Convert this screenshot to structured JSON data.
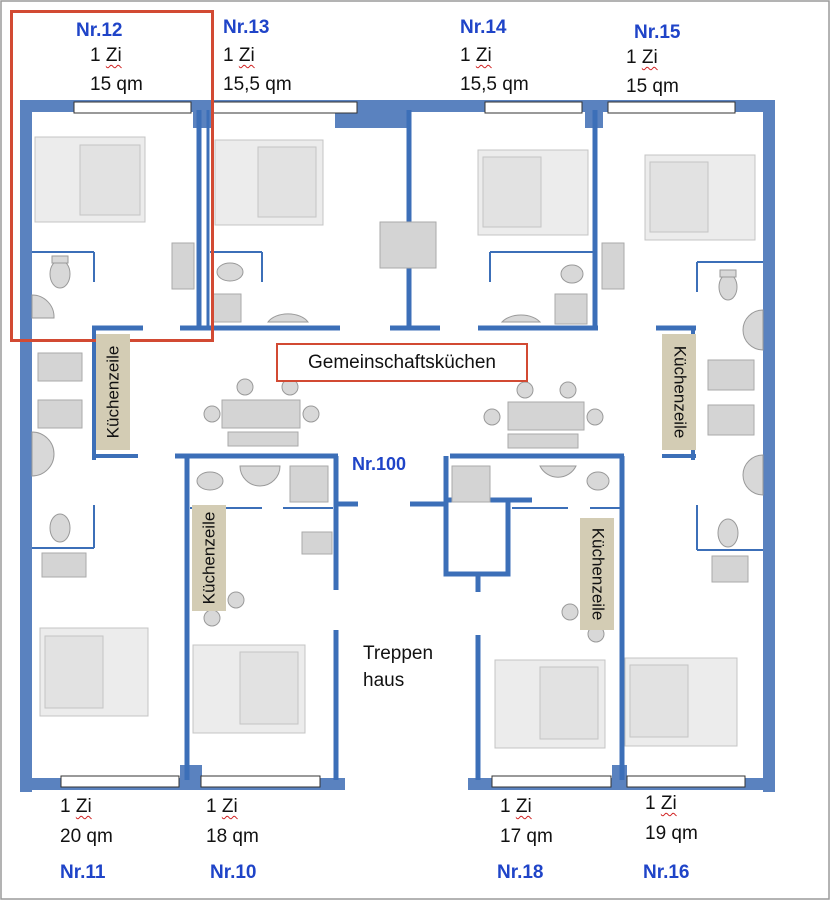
{
  "rooms": [
    {
      "nr": "Nr.12",
      "zi": "1 Zi",
      "size": "15 qm"
    },
    {
      "nr": "Nr.13",
      "zi": "1 Zi",
      "size": "15,5 qm"
    },
    {
      "nr": "Nr.14",
      "zi": "1 Zi",
      "size": "15,5 qm"
    },
    {
      "nr": "Nr.15",
      "zi": "1 Zi",
      "size": "15 qm"
    },
    {
      "nr": "Nr.11",
      "zi": "1 Zi",
      "size": "20 qm"
    },
    {
      "nr": "Nr.10",
      "zi": "1 Zi",
      "size": "18 qm"
    },
    {
      "nr": "Nr.18",
      "zi": "1 Zi",
      "size": "17 qm"
    },
    {
      "nr": "Nr.16",
      "zi": "1 Zi",
      "size": "19 qm"
    }
  ],
  "kitchenette_label": "Küchenzeile",
  "common_kitchen": "Gemeinschaftsküchen",
  "stairwell": {
    "nr": "Nr.100",
    "line1": "Treppen",
    "line2": "haus"
  },
  "colors": {
    "wall": "#5a82bf",
    "window": "#ffffff",
    "furniture": "#d4d4d4",
    "kitchenette": "#d3ccb4",
    "highlight": "#d24a33",
    "room_number": "#1f44c8"
  }
}
